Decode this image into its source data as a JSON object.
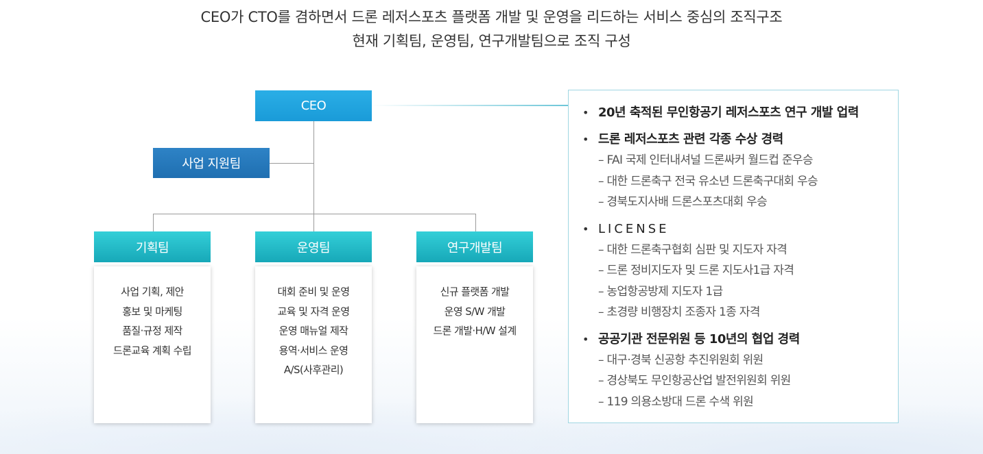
{
  "intro": {
    "line1": "CEO가 CTO를 겸하면서 드론 레저스포츠 플랫폼 개발 및 운영을 리드하는 서비스 중심의 조직구조",
    "line2": "현재 기획팀, 운영팀, 연구개발팀으로 조직 구성"
  },
  "org": {
    "ceo": "CEO",
    "support": "사업 지원팀",
    "teams": [
      {
        "name": "기획팀",
        "duties": [
          "사업 기획, 제안",
          "홍보 및 마케팅",
          "품질·규정 제작",
          "드론교육 계획 수립"
        ]
      },
      {
        "name": "운영팀",
        "duties": [
          "대회 준비 및 운영",
          "교육 및 자격  운영",
          "운영 매뉴얼 제작",
          "용역·서비스 운영",
          "A/S(사후관리)"
        ]
      },
      {
        "name": "연구개발팀",
        "duties": [
          "신규 플랫폼 개발",
          "운영 S/W 개발",
          "드론 개발·H/W 설계"
        ]
      }
    ]
  },
  "panel": {
    "bullet": "•",
    "sections": [
      {
        "title": "20년 축적된 무인항공기 레저스포츠 연구 개발 업력",
        "items": []
      },
      {
        "title": "드론 레저스포츠  관련 각종 수상 경력",
        "items": [
          "– FAI 국제 인터내셔널 드론싸커 월드컵 준우승",
          "– 대한 드론축구 전국 유소년 드론축구대회 우승",
          "– 경북도지사배 드론스포츠대회 우승"
        ]
      },
      {
        "title": "LICENSE",
        "items": [
          "– 대한 드론축구협회 심판 및 지도자 자격",
          "– 드론 정비지도자 및 드론 지도사1급 자격",
          "– 농업항공방제 지도자 1급",
          "– 초경량 비행장치 조종자 1종 자격"
        ]
      },
      {
        "title": "공공기관 전문위원 등 10년의 협업 경력",
        "items": [
          "– 대구·경북 신공항 추진위원회 위원",
          "– 경상북도 무인항공산업 발전위원회 위원",
          "– 119 의용소방대 드론 수색 위원"
        ]
      }
    ]
  }
}
